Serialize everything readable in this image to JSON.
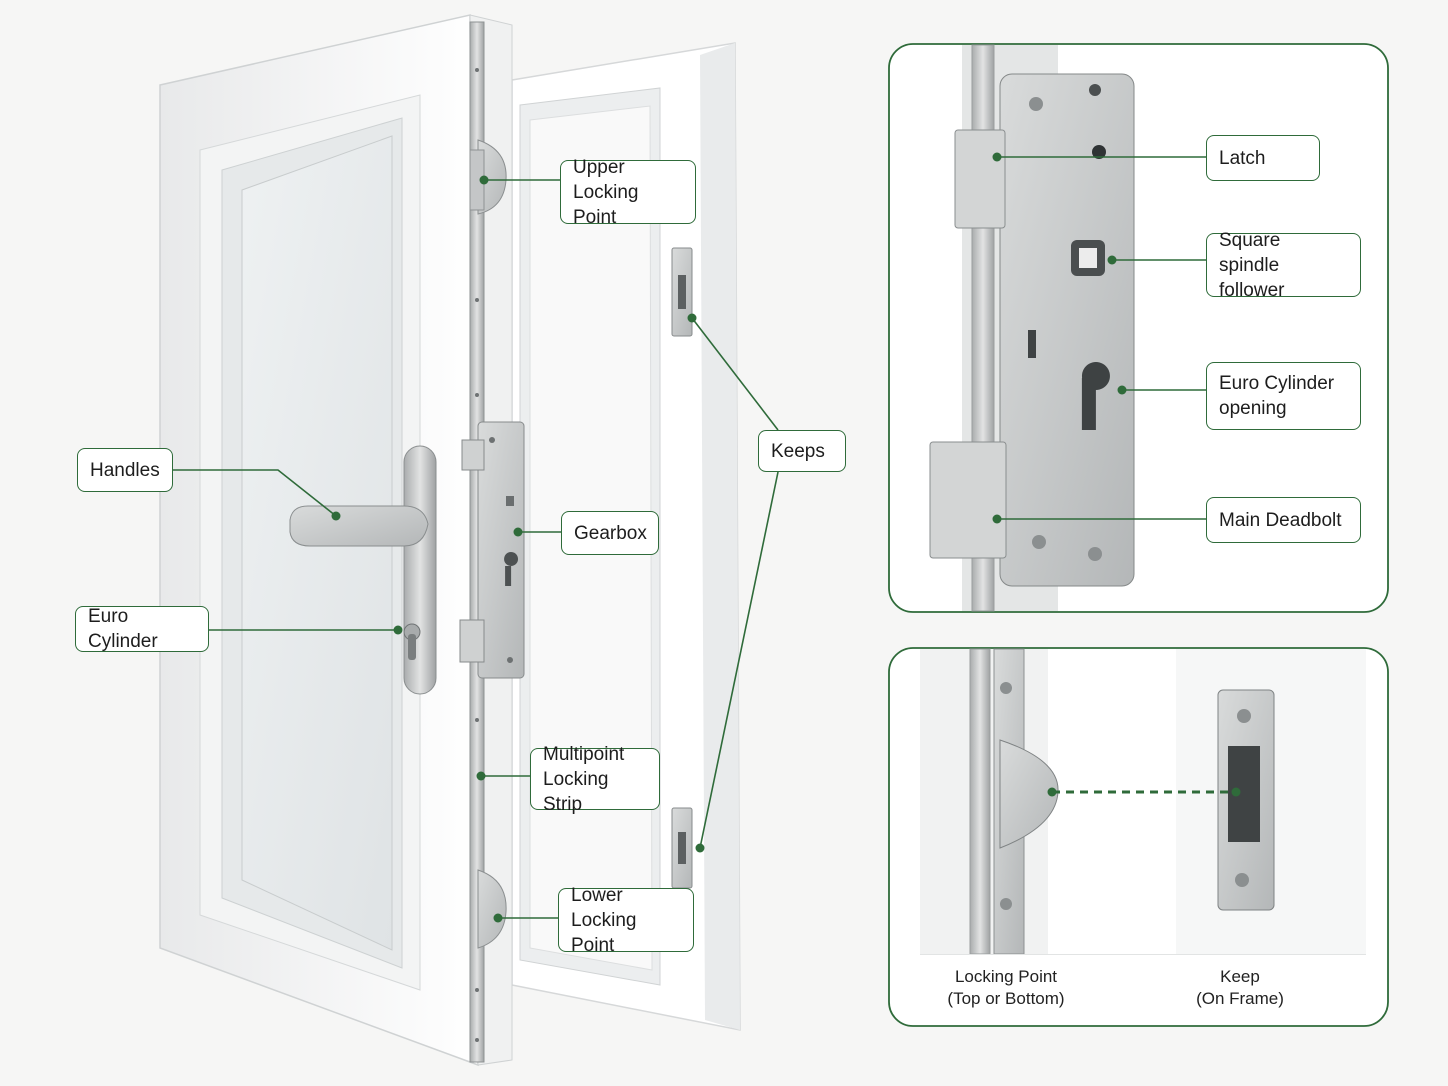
{
  "colors": {
    "accent": "#2f6b3a",
    "frame": "#ffffff",
    "metal": "#c9cbcb",
    "background": "#f6f6f5"
  },
  "labels": {
    "upper_locking_point": [
      "Upper",
      "Locking Point"
    ],
    "keeps": "Keeps",
    "handles": "Handles",
    "gearbox": "Gearbox",
    "euro_cylinder": "Euro Cylinder",
    "multipoint_strip": [
      "Multipoint",
      "Locking Strip"
    ],
    "lower_locking_point": [
      "Lower",
      "Locking Point"
    ]
  },
  "detail_gearbox": {
    "latch": "Latch",
    "spindle": [
      "Square",
      "spindle follower"
    ],
    "euro_opening": [
      "Euro Cylinder",
      "opening"
    ],
    "deadbolt": "Main Deadbolt"
  },
  "detail_keep": {
    "locking_point_caption": [
      "Locking Point",
      "(Top or Bottom)"
    ],
    "keep_caption": [
      "Keep",
      "(On Frame)"
    ]
  }
}
